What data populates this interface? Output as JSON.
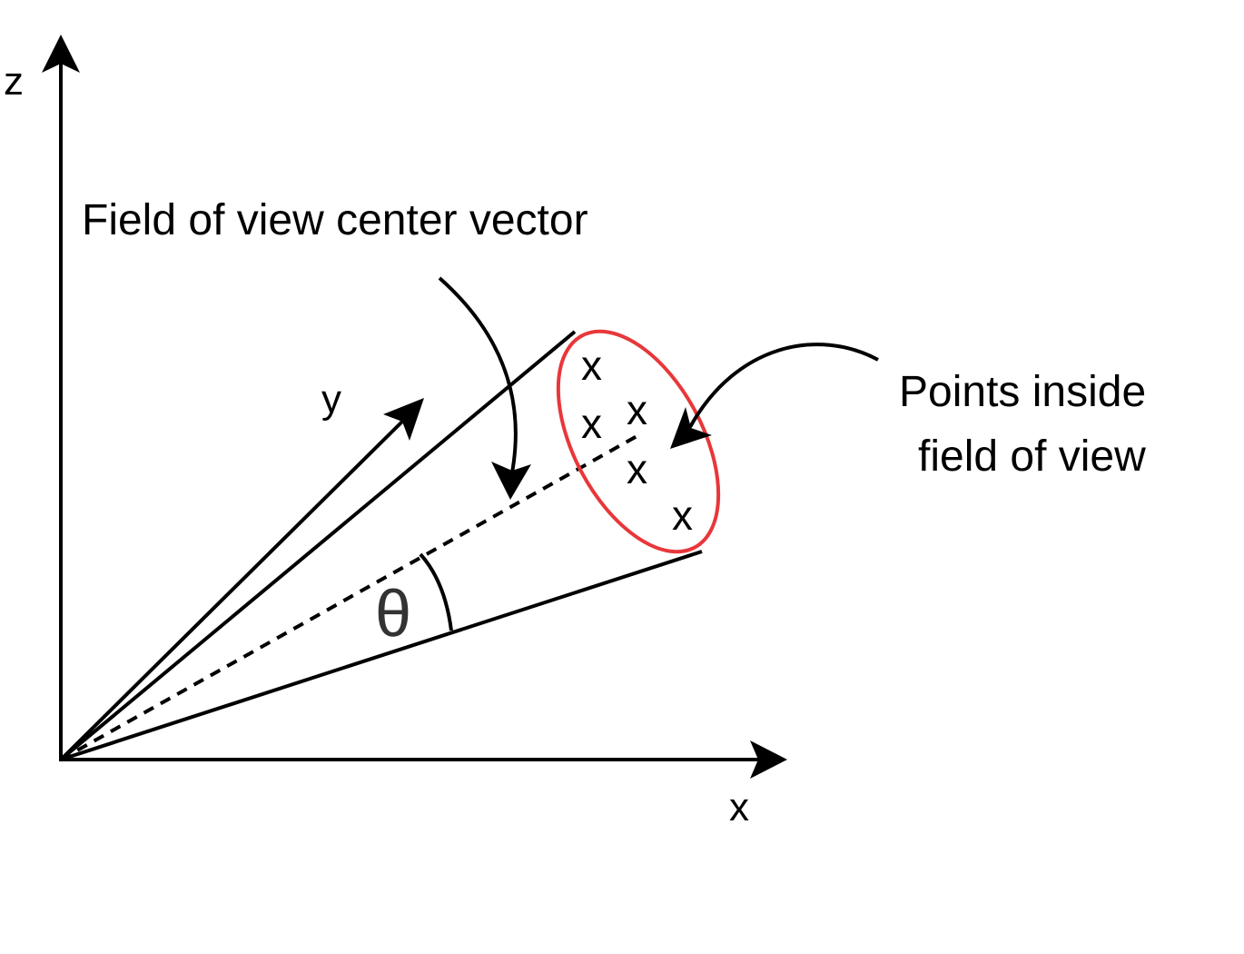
{
  "labels": {
    "z_axis": "z",
    "y_axis": "y",
    "x_axis": "x",
    "center_vector": "Field of view center vector",
    "points_line1": "Points inside",
    "points_line2": "field of view",
    "angle": "θ"
  },
  "points": [
    {
      "marker": "x"
    },
    {
      "marker": "x"
    },
    {
      "marker": "x"
    },
    {
      "marker": "x"
    },
    {
      "marker": "x"
    }
  ],
  "colors": {
    "lines": "#000000",
    "field_of_view_ellipse": "#e8373a",
    "angle_symbol": "#333333"
  }
}
